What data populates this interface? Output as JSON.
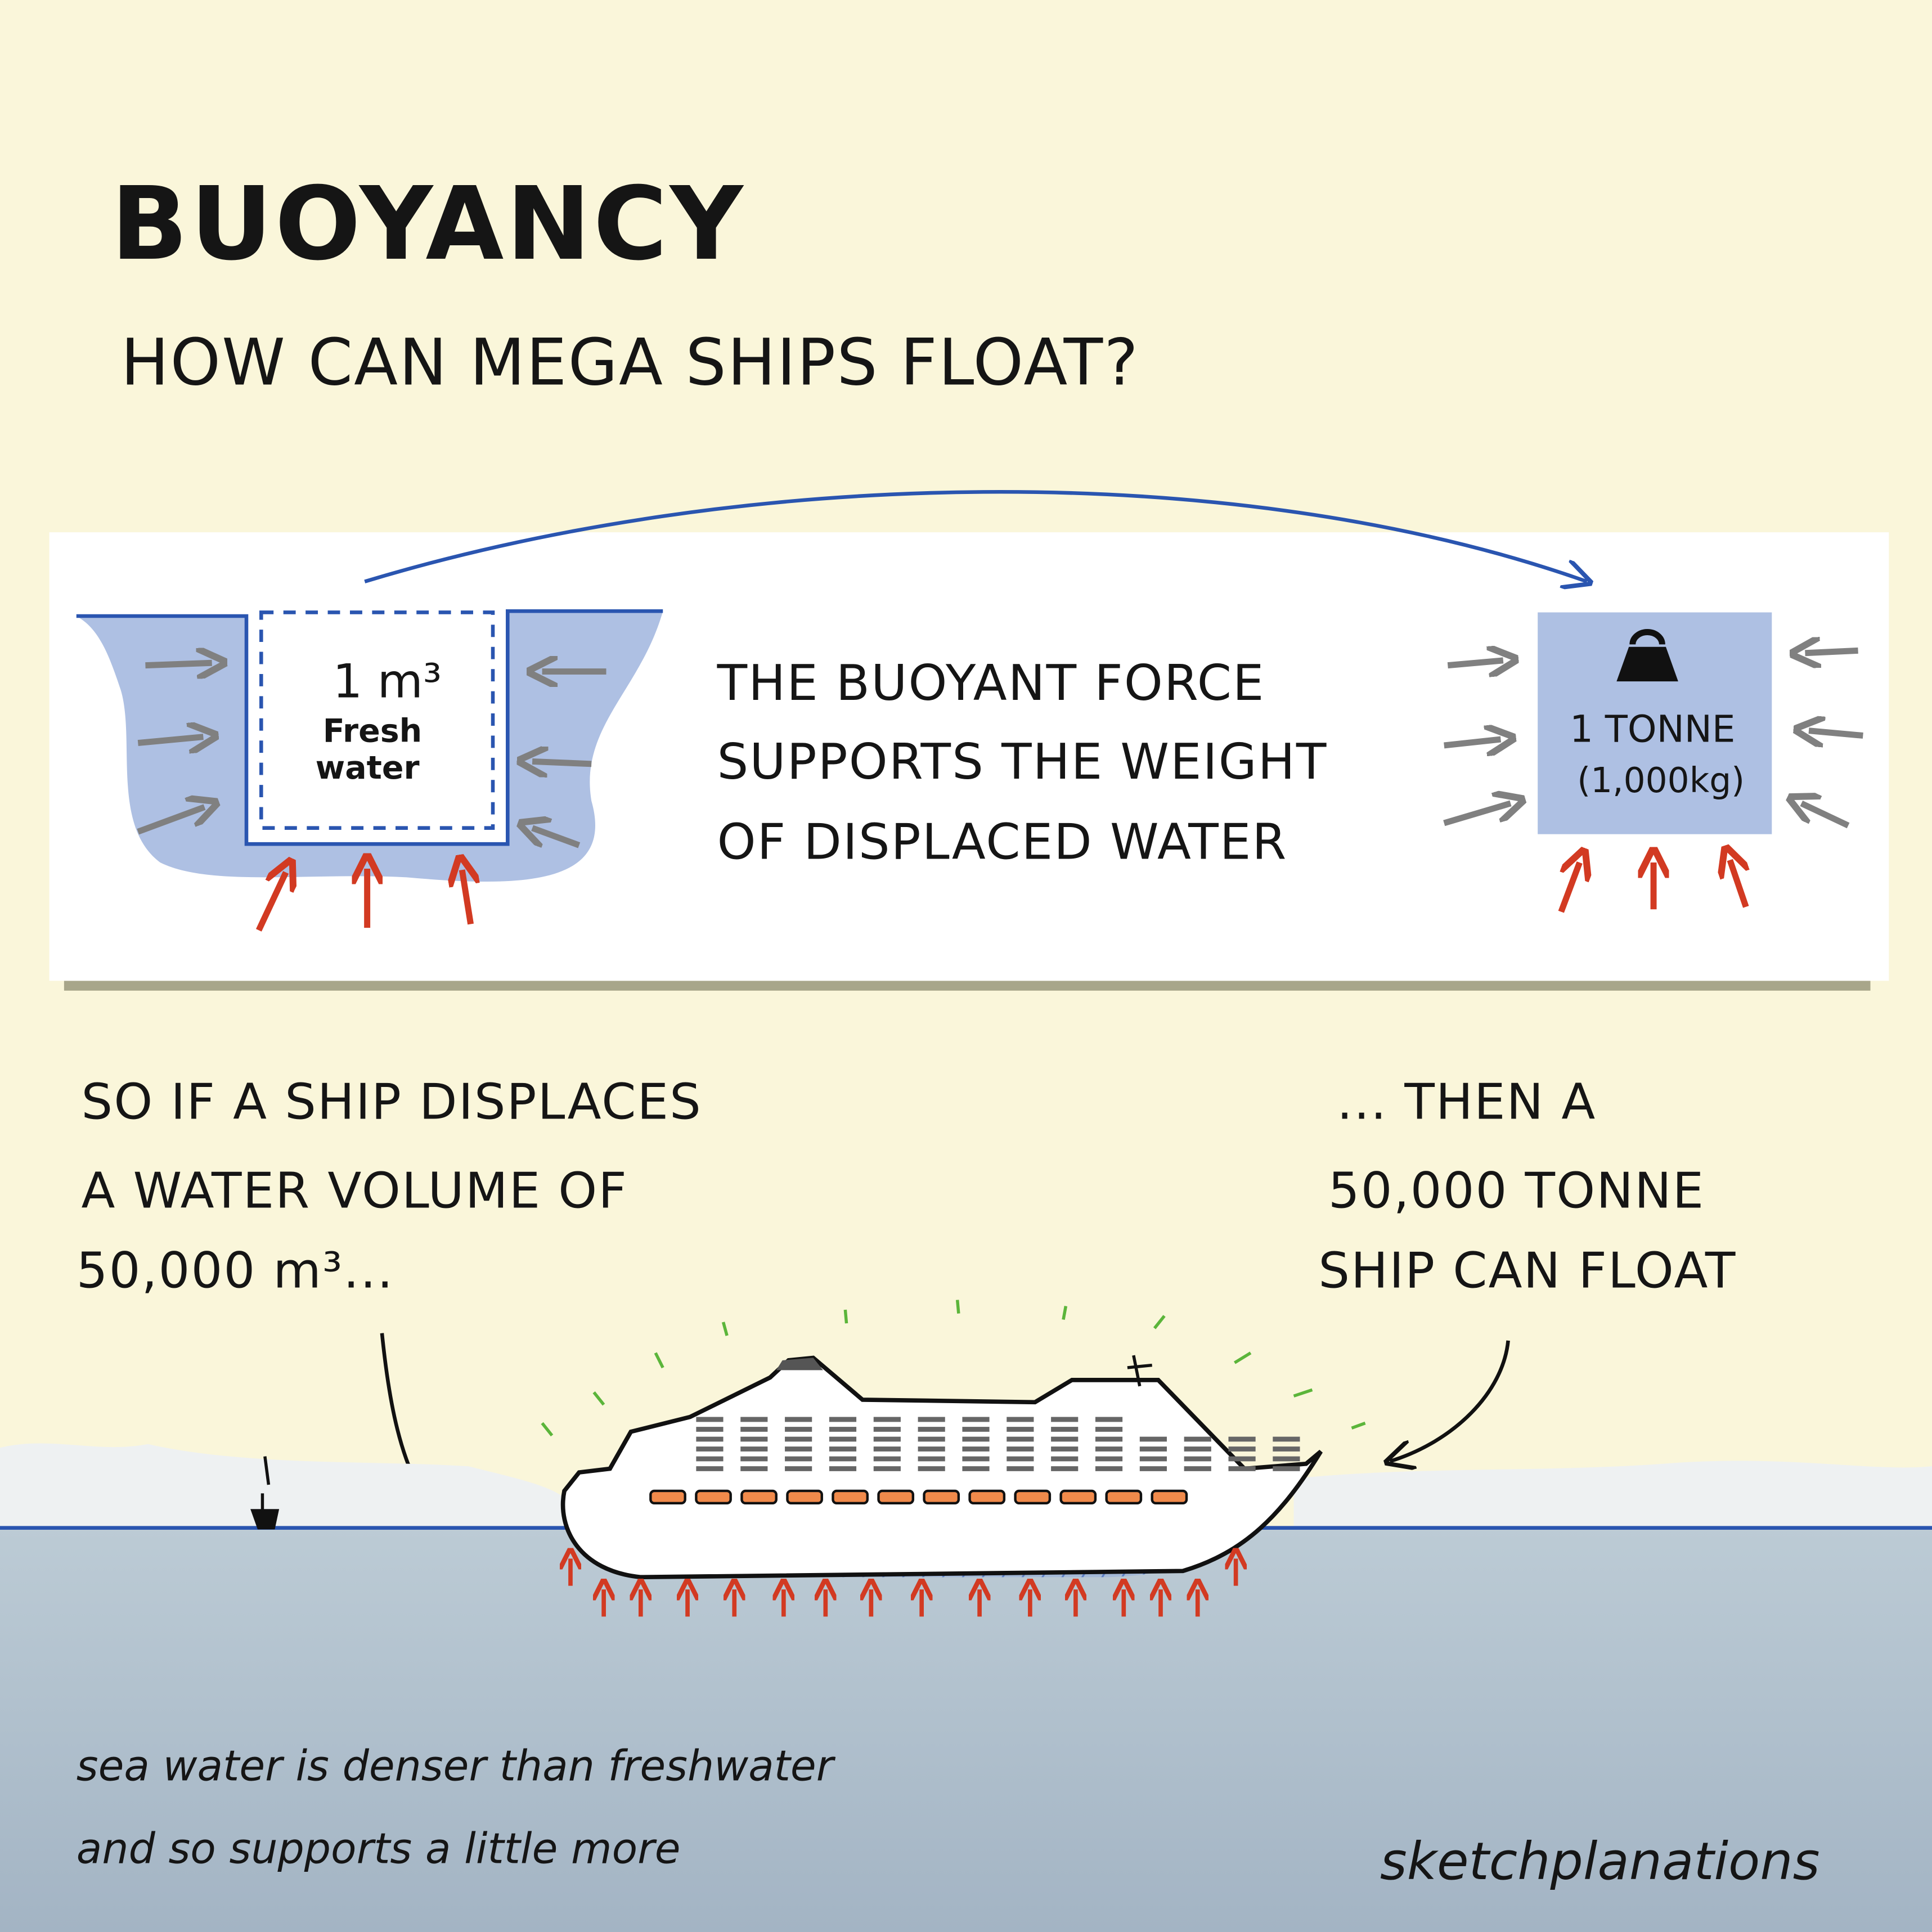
{
  "title": "BUOYANCY",
  "subtitle": "HOW CAN MEGA SHIPS FLOAT?",
  "panel": {
    "cube_label_line1": "1 m³",
    "cube_label_line2": "Fresh",
    "cube_label_line3": "water",
    "explanation": [
      "THE BUOYANT FORCE",
      "SUPPORTS THE WEIGHT",
      "OF DISPLACED WATER"
    ],
    "weight_label_line1": "1 TONNE",
    "weight_label_line2": "(1,000kg)",
    "weight_icon": "kettlebell-weight-icon"
  },
  "left_caption": [
    "SO IF A SHIP DISPLACES",
    "A WATER VOLUME OF",
    "50,000 m³..."
  ],
  "right_caption": [
    "... THEN A",
    "50,000 TONNE",
    "SHIP CAN FLOAT"
  ],
  "note": [
    "sea water is denser than freshwater",
    "and so supports a little more"
  ],
  "signature": "sketchplanations",
  "colors": {
    "background": "#faf6da",
    "water": "#aec0e3",
    "sea": "#b3c3d0",
    "outline_blue": "#2a55b0",
    "force_arrow_red": "#d23a22",
    "pressure_arrow_gray": "#808080",
    "motion_lines_green": "#5bb53a"
  }
}
